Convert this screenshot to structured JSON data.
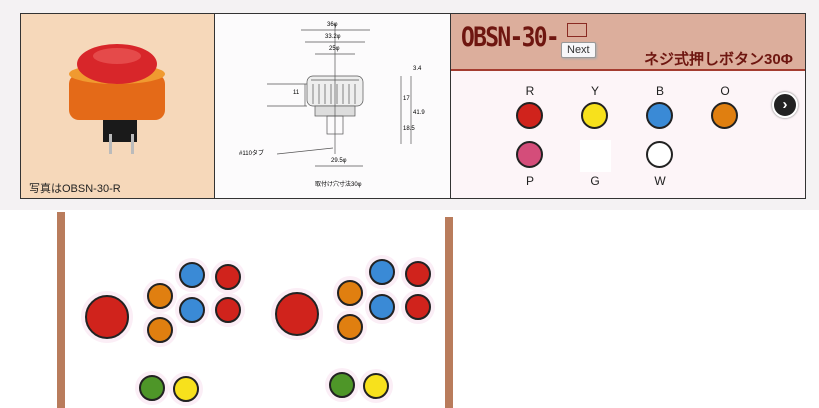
{
  "product": {
    "photo_caption": "写真はOBSN-30-R",
    "model": "OBSN-30-",
    "subtitle": "ネジ式押しボタン30Φ",
    "tooltip": "Next",
    "drawing": {
      "dims": [
        "36φ",
        "33.2φ",
        "25φ",
        "11",
        "3.4",
        "17",
        "41.9",
        "18.5",
        "29.5φ"
      ],
      "tab_label": "#110タブ",
      "mount_label": "取付け穴寸法30φ"
    },
    "colors": [
      {
        "code": "R",
        "hex": "#d0231c"
      },
      {
        "code": "Y",
        "hex": "#f7e11c"
      },
      {
        "code": "B",
        "hex": "#3a8ad6"
      },
      {
        "code": "O",
        "hex": "#e07f10"
      },
      {
        "code": "P",
        "hex": "#d44d7a"
      },
      {
        "code": "G",
        "hex": "#ffffff"
      },
      {
        "code": "W",
        "hex": "#ffffff"
      }
    ]
  },
  "layout_colors": {
    "red": "#d0231c",
    "orange": "#e07f10",
    "blue": "#3a8ad6",
    "green": "#4e9628",
    "yellow": "#f7e11c"
  }
}
